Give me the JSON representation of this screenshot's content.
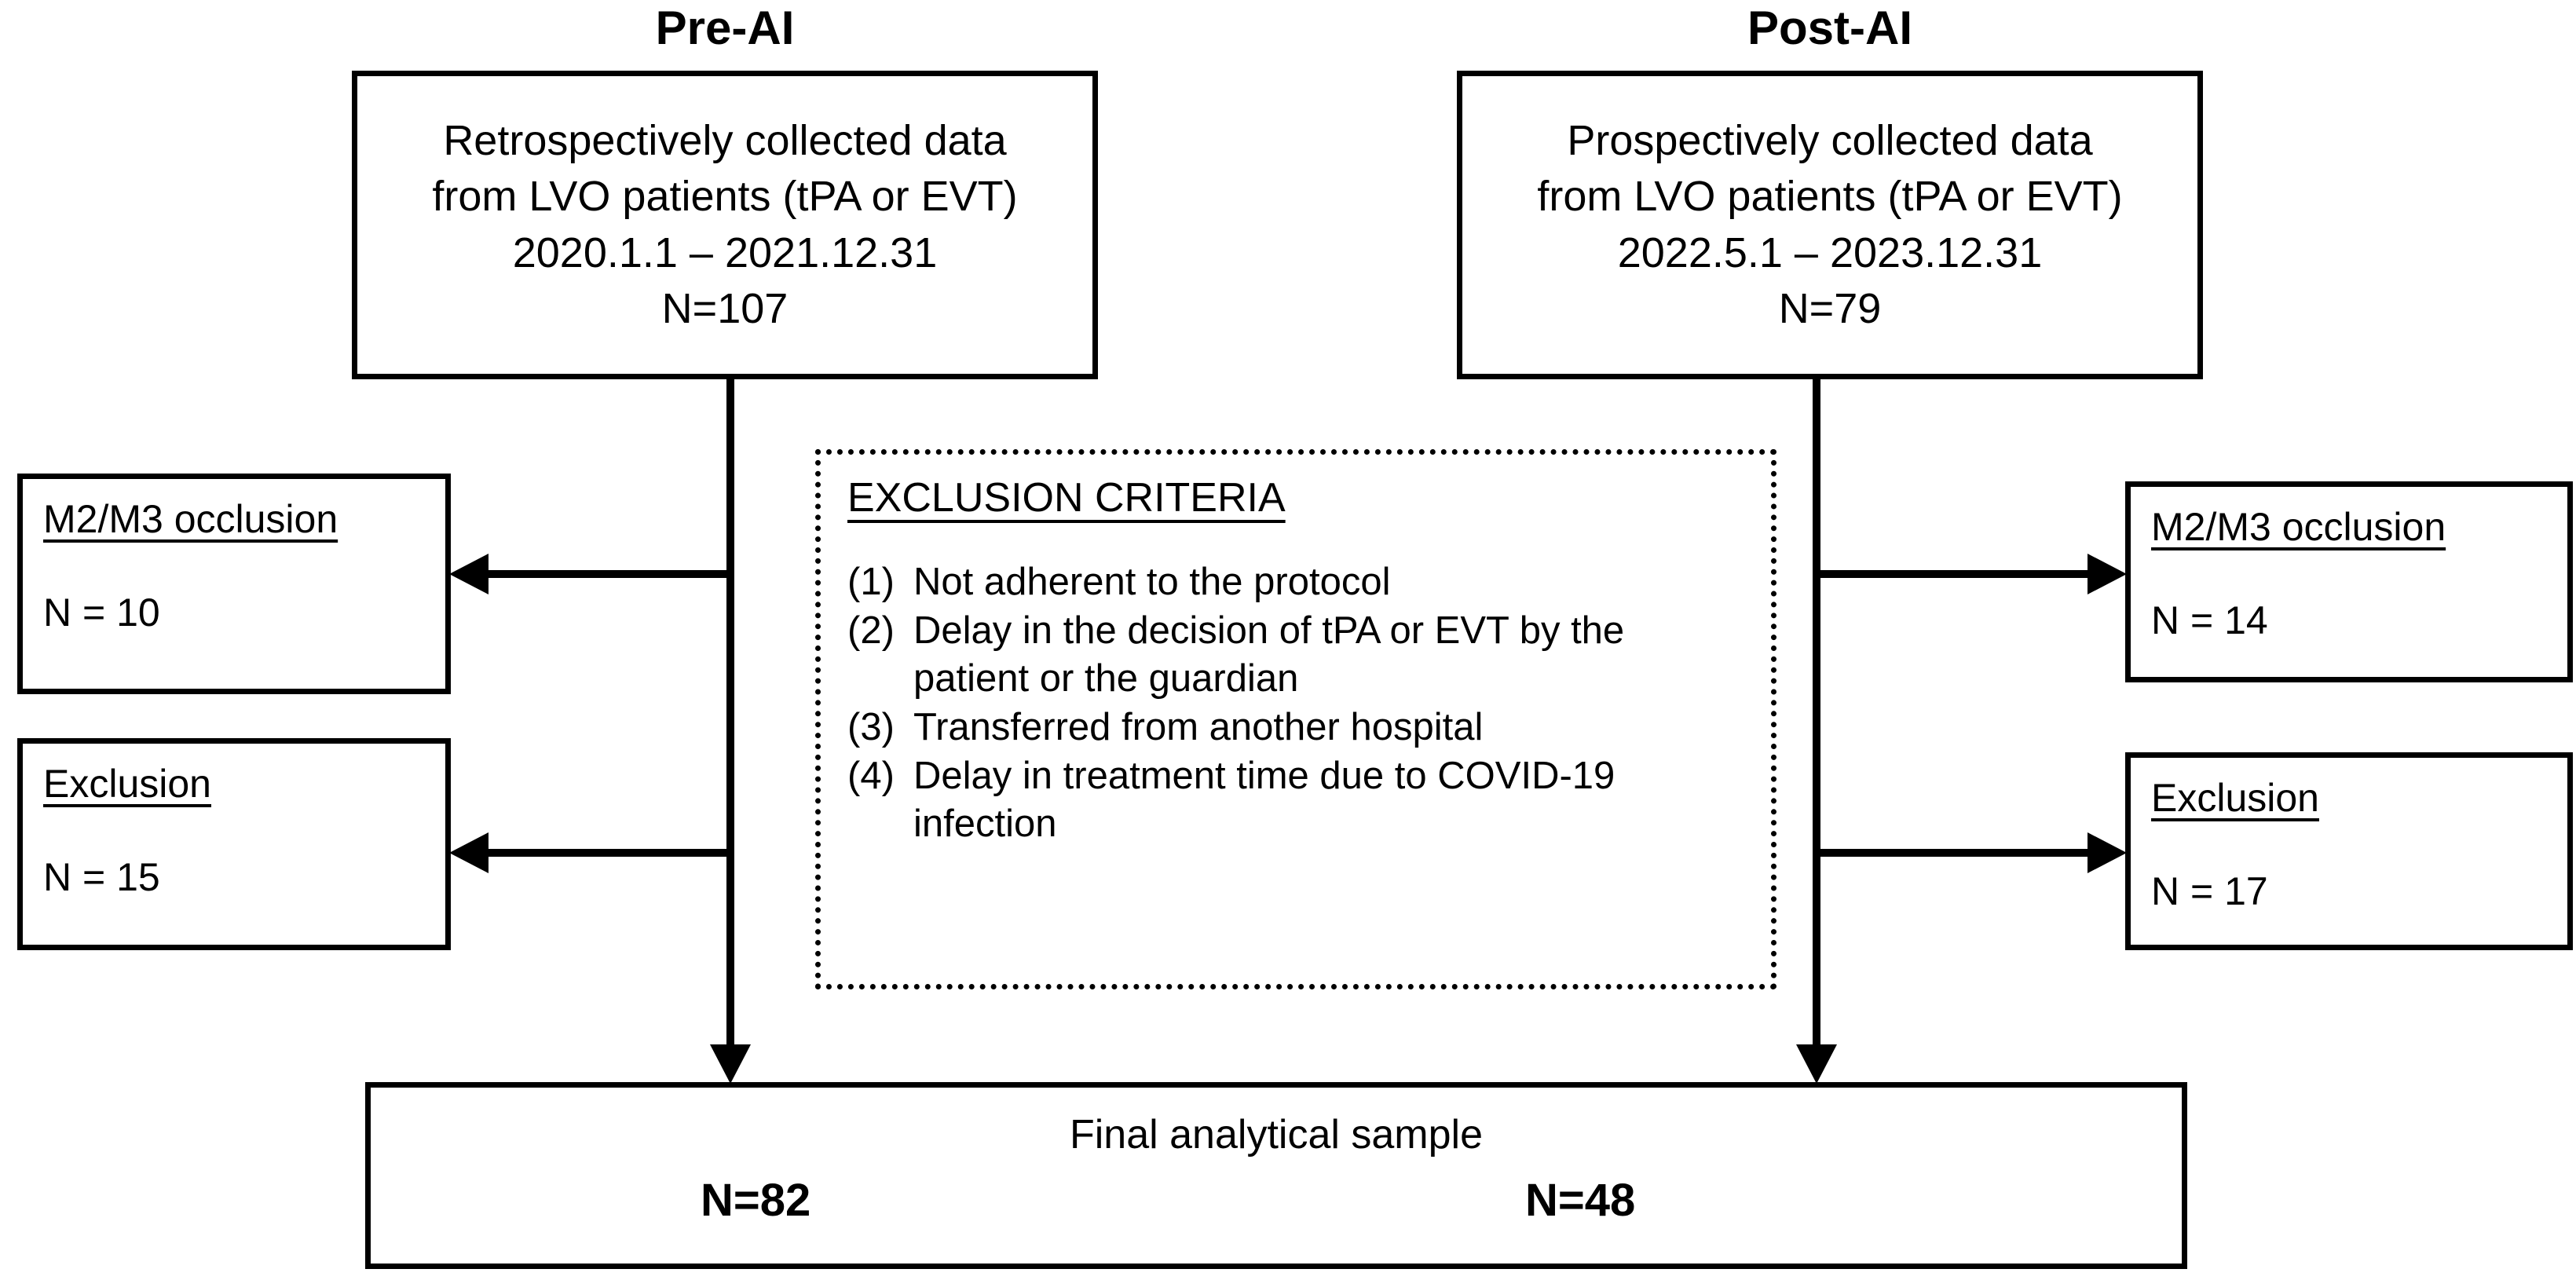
{
  "groups": [
    {
      "title": "Pre-AI"
    },
    {
      "title": "Post-AI"
    }
  ],
  "cohorts": [
    {
      "name": "pre-ai-cohort",
      "lines": [
        "Retrospectively collected data",
        "from LVO patients (tPA or EVT)",
        "2020.1.1 – 2021.12.31",
        "N=107"
      ]
    },
    {
      "name": "post-ai-cohort",
      "lines": [
        "Prospectively collected data",
        "from LVO patients (tPA or EVT)",
        "2022.5.1 – 2023.12.31",
        "N=79"
      ]
    }
  ],
  "left_excluded": [
    {
      "title": "M2/M3 occlusion",
      "count": "N = 10"
    },
    {
      "title": "Exclusion",
      "count": "N = 15"
    }
  ],
  "right_excluded": [
    {
      "title": "M2/M3 occlusion",
      "count": "N = 14"
    },
    {
      "title": "Exclusion",
      "count": "N = 17"
    }
  ],
  "criteria": {
    "title": "EXCLUSION CRITERIA",
    "items": [
      {
        "num": "(1)",
        "text": "Not adherent to the protocol"
      },
      {
        "num": "(2)",
        "text": "Delay in the decision of tPA or EVT by the patient or the guardian"
      },
      {
        "num": "(3)",
        "text": "Transferred from another hospital"
      },
      {
        "num": "(4)",
        "text": "Delay in treatment time due to COVID-19 infection"
      }
    ]
  },
  "final": {
    "title": "Final analytical sample",
    "left_n": "N=82",
    "right_n": "N=48"
  },
  "colors": {
    "stroke": "#000000",
    "background": "#ffffff"
  }
}
